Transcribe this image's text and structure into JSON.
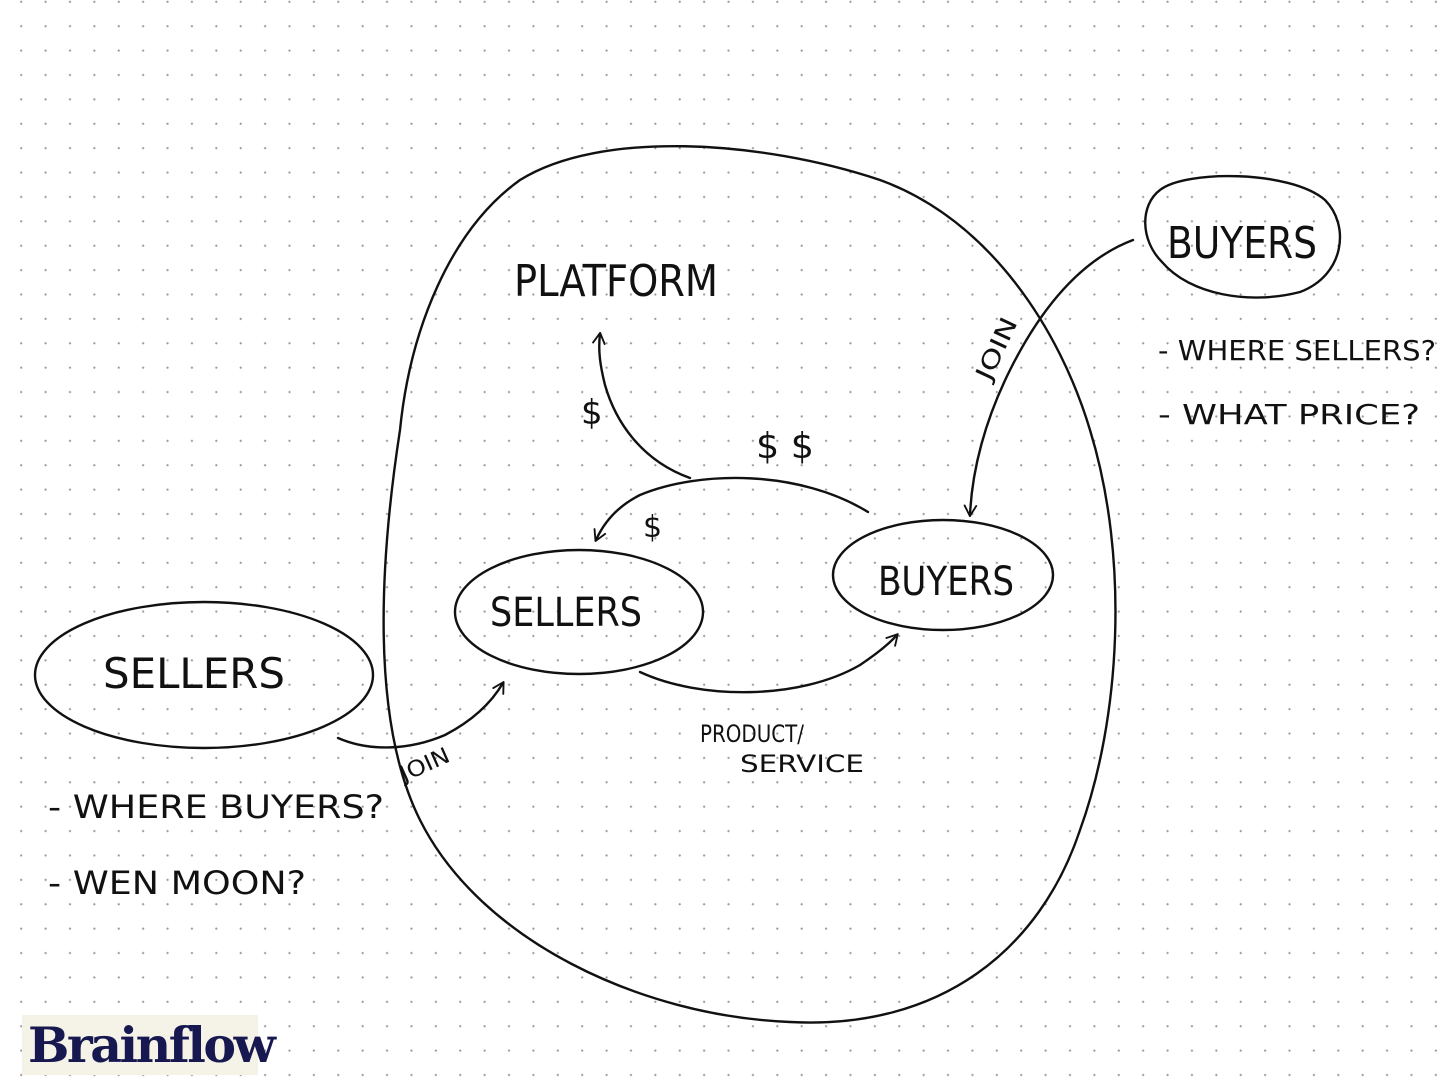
{
  "diagram": {
    "platform_label": "PLATFORM",
    "inner_sellers_label": "SELLERS",
    "inner_buyers_label": "BUYERS",
    "outer_sellers_label": "SELLERS",
    "outer_buyers_label": "BUYERS",
    "platform_fee_label": "$",
    "buyer_payment_label": "$ $",
    "seller_payment_label": "$",
    "product_label_line1": "PRODUCT/",
    "product_label_line2": "SERVICE",
    "seller_join_label": "JOIN",
    "buyer_join_label": "JOIN"
  },
  "seller_notes": [
    "- WHERE BUYERS?",
    "- WEN MOON?"
  ],
  "buyer_notes": [
    "- WHERE SELLERS?",
    "- WHAT PRICE?"
  ],
  "brand": {
    "logo_text": "Brainflow",
    "logo_color": "#16184f"
  }
}
